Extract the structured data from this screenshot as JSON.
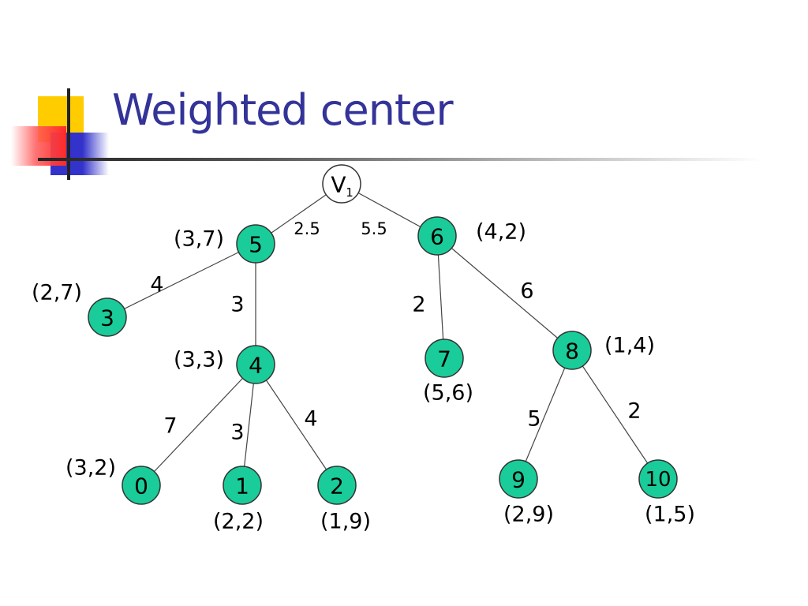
{
  "slide": {
    "title": "Weighted center",
    "colors": {
      "title": "#333399",
      "node_fill": "#19cc99",
      "node_stroke": "#333333",
      "root_fill": "#ffffff",
      "edge": "#444444",
      "text": "#000000",
      "deco_yellow": "#ffcc00",
      "deco_red": "#ff3333",
      "deco_blue": "#3333cc"
    }
  },
  "graph": {
    "nodes": [
      {
        "id": "v1",
        "label": "V",
        "sub": "1",
        "root": true
      },
      {
        "id": "n5",
        "label": "5",
        "pair": "(3,7)"
      },
      {
        "id": "n6",
        "label": "6",
        "pair": "(4,2)"
      },
      {
        "id": "n3",
        "label": "3",
        "pair": "(2,7)"
      },
      {
        "id": "n4",
        "label": "4",
        "pair": "(3,3)"
      },
      {
        "id": "n7",
        "label": "7",
        "pair": "(5,6)"
      },
      {
        "id": "n8",
        "label": "8",
        "pair": "(1,4)"
      },
      {
        "id": "n0",
        "label": "0",
        "pair": "(3,2)"
      },
      {
        "id": "n1",
        "label": "1",
        "pair": "(2,2)"
      },
      {
        "id": "n2",
        "label": "2",
        "pair": "(1,9)"
      },
      {
        "id": "n9",
        "label": "9",
        "pair": "(2,9)"
      },
      {
        "id": "n10",
        "label": "10",
        "pair": "(1,5)"
      }
    ],
    "edges": [
      {
        "from": "v1",
        "to": "n5",
        "weight": "2.5"
      },
      {
        "from": "v1",
        "to": "n6",
        "weight": "5.5"
      },
      {
        "from": "n5",
        "to": "n3",
        "weight": "4"
      },
      {
        "from": "n5",
        "to": "n4",
        "weight": "3"
      },
      {
        "from": "n6",
        "to": "n7",
        "weight": "2"
      },
      {
        "from": "n6",
        "to": "n8",
        "weight": "6"
      },
      {
        "from": "n4",
        "to": "n0",
        "weight": "7"
      },
      {
        "from": "n4",
        "to": "n1",
        "weight": "3"
      },
      {
        "from": "n4",
        "to": "n2",
        "weight": "4"
      },
      {
        "from": "n8",
        "to": "n9",
        "weight": "5"
      },
      {
        "from": "n8",
        "to": "n10",
        "weight": "2"
      }
    ]
  }
}
